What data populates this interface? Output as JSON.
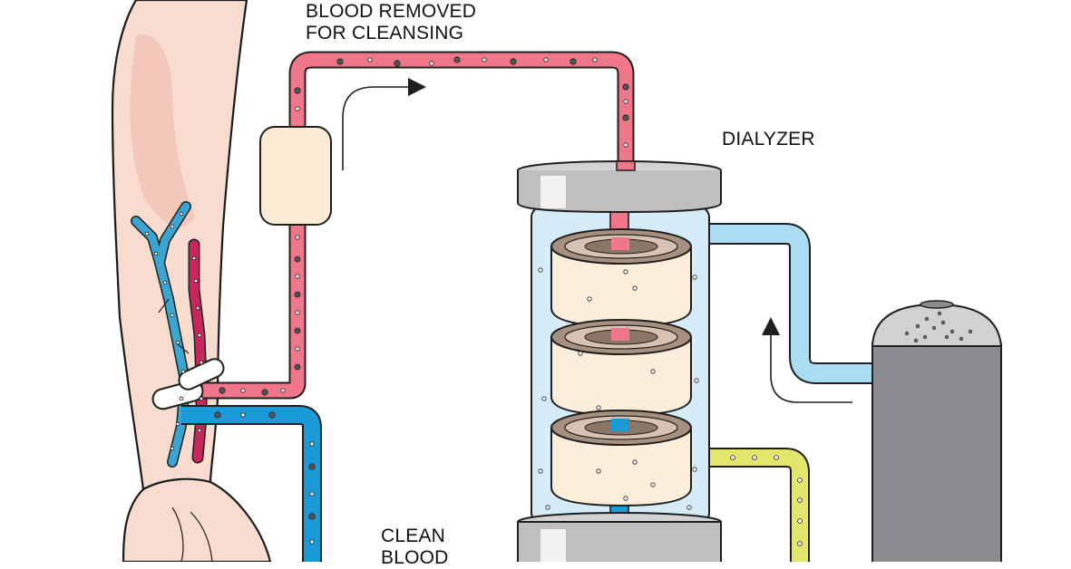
{
  "labels": {
    "blood_removed": [
      "BLOOD REMOVED",
      "FOR CLEANSING"
    ],
    "dialyzer": "DIALYZER",
    "clean_blood": [
      "CLEAN",
      "BLOOD"
    ]
  },
  "colors": {
    "skin": "#f9dcd0",
    "red_tube": "#f07689",
    "red_vessel": "#c6285c",
    "blue_tube": "#1a9ad7",
    "vein": "#3aa6d0",
    "light_blue": "#aadcf2",
    "dialyzer_fill": "#d5ebf7",
    "filter_cream": "#fbefdb",
    "filter_brown": "#a89080",
    "cap_gray": "#bdbfc1",
    "machine_gray": "#8a8c8f",
    "yellow_tube": "#e2e66a",
    "bubble_cream": "#fcecd6"
  }
}
